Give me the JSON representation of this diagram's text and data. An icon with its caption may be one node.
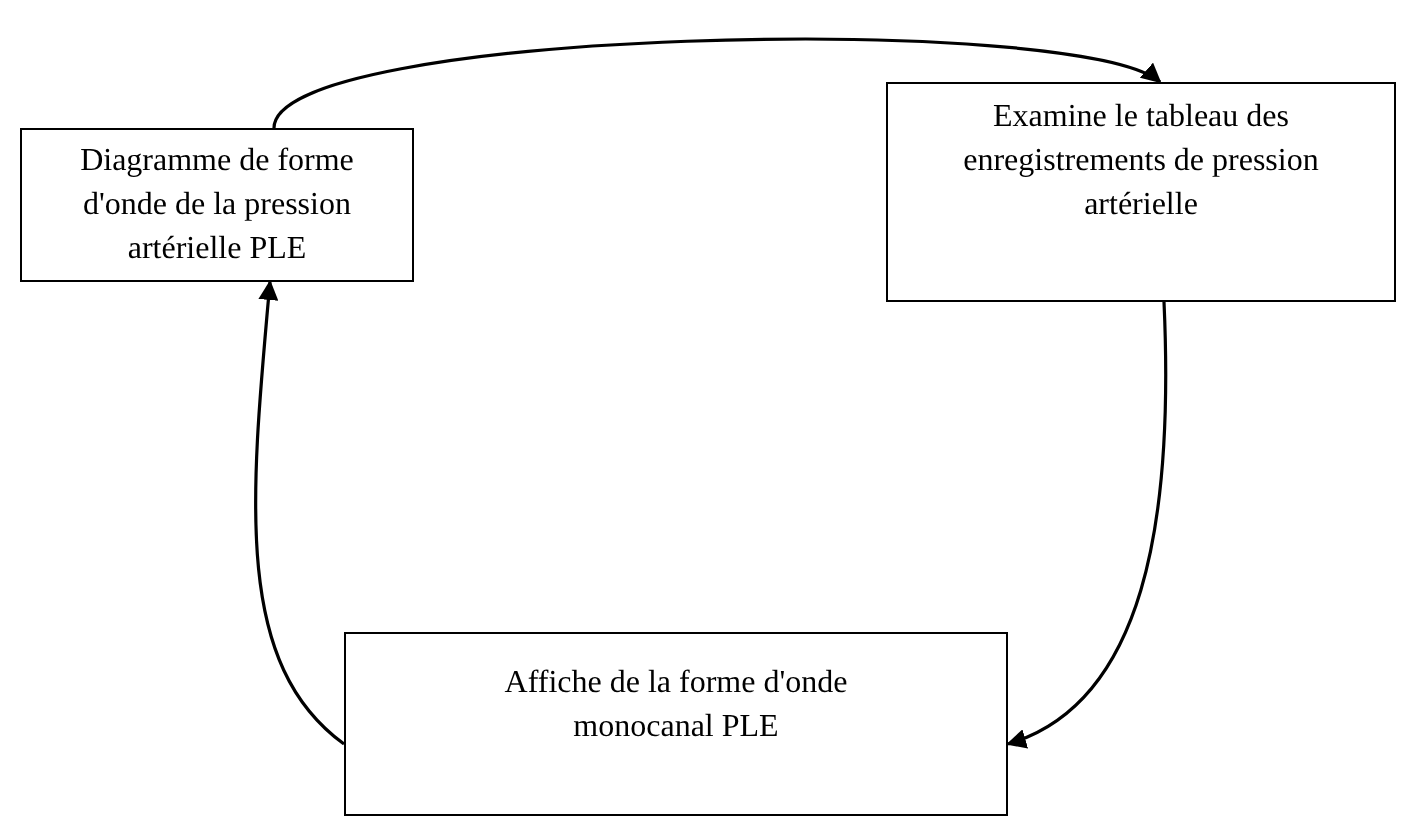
{
  "diagram": {
    "nodes": [
      {
        "text": [
          "Diagramme de forme d'onde de la pression artérielle PLE"
        ]
      },
      {
        "text": [
          "Examine le tableau des enregistrements de pression artérielle"
        ]
      },
      {
        "text": [
          "Affiche de la forme d'onde monocanal PLE"
        ]
      }
    ],
    "edges": [
      {
        "from": 0,
        "to": 1,
        "arrow": "to"
      },
      {
        "from": 1,
        "to": 2,
        "arrow": "to"
      },
      {
        "from": 2,
        "to": 0,
        "arrow": "to"
      }
    ]
  }
}
